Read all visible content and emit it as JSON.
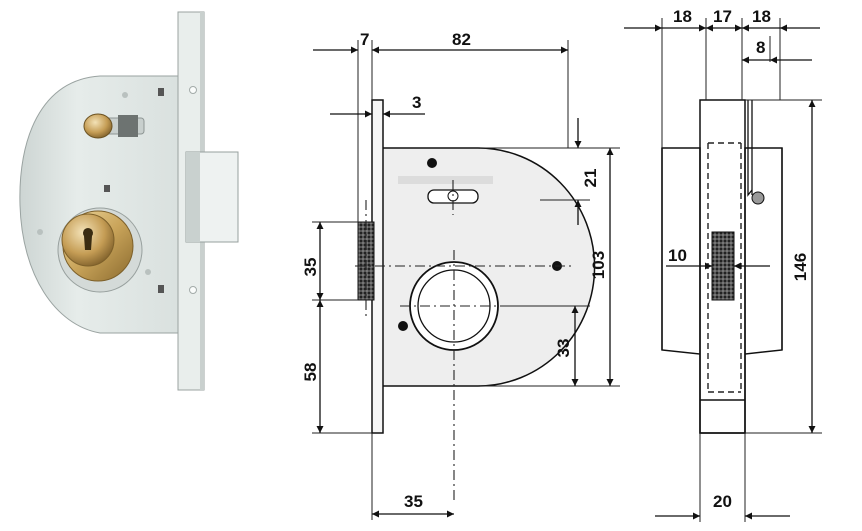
{
  "diagram": {
    "photo": {
      "components": [
        "lock-body",
        "faceplate",
        "latch-bolt",
        "knob",
        "cylinder"
      ],
      "colors": {
        "body": "#e4eae8",
        "faceplate": "#eaefed",
        "brass": "#c9a45a",
        "steel": "#dfe5e3"
      }
    },
    "front_view": {
      "dimensions": {
        "faceplate_offset": "7",
        "body_width": "82",
        "faceplate_thickness": "3",
        "bolt_height": "35",
        "bottom_to_bolt": "58",
        "top_to_slot": "21",
        "body_height": "103",
        "cylinder_from_bottom": "33",
        "backset": "35"
      }
    },
    "side_view": {
      "dimensions": {
        "left_projection": "18",
        "case_thickness": "17",
        "right_projection": "18",
        "spindle_offset": "8",
        "bolt_thickness": "10",
        "faceplate_height": "146",
        "faceplate_width": "20"
      }
    }
  }
}
